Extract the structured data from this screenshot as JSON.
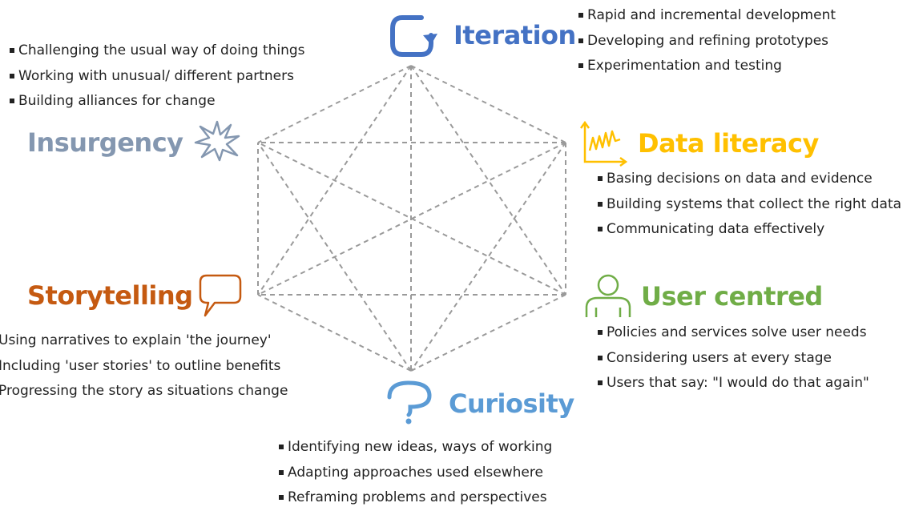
{
  "colors": {
    "iteration": "#4472C4",
    "data_literacy": "#FFC000",
    "user_centred": "#70AD47",
    "curiosity": "#5B9BD5",
    "storytelling": "#C55A11",
    "insurgency": "#8497B0",
    "connector": "#9A9A9A"
  },
  "nodes": {
    "iteration": {
      "title": "Iteration",
      "icon": "cycle-arrow-icon",
      "bullets": [
        "Rapid and incremental development",
        "Developing and refining prototypes",
        "Experimentation and testing"
      ]
    },
    "data_literacy": {
      "title": "Data literacy",
      "icon": "data-chart-icon",
      "bullets": [
        "Basing decisions on data and evidence",
        "Building systems that collect the right data",
        "Communicating data effectively"
      ]
    },
    "user_centred": {
      "title": "User centred",
      "icon": "person-icon",
      "bullets": [
        "Policies and services solve user needs",
        "Considering users at every stage",
        "Users that say:  \"I would do that again\""
      ]
    },
    "curiosity": {
      "title": "Curiosity",
      "icon": "question-mark-icon",
      "bullets": [
        "Identifying new ideas, ways of working",
        "Adapting approaches used elsewhere",
        "Reframing problems and perspectives"
      ]
    },
    "storytelling": {
      "title": "Storytelling",
      "icon": "speech-bubble-icon",
      "bullets": [
        "Using narratives to explain 'the journey'",
        "Including 'user stories' to outline benefits",
        "Progressing the story as situations change"
      ]
    },
    "insurgency": {
      "title": "Insurgency",
      "icon": "burst-icon",
      "bullets": [
        "Challenging the usual way of doing things",
        "Working with unusual/ different partners",
        "Building alliances for change"
      ]
    }
  }
}
